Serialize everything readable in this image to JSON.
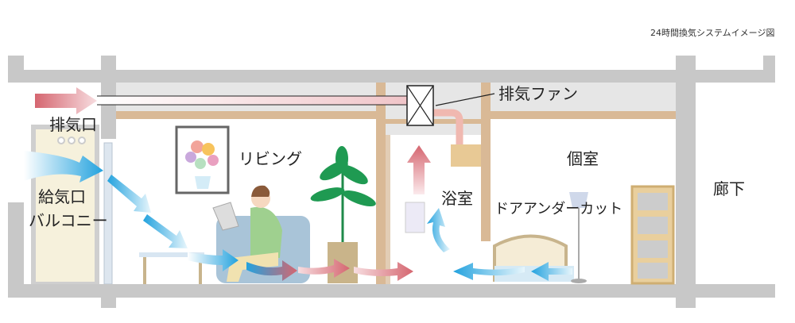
{
  "caption": "24時間換気システムイメージ図",
  "labels": {
    "exhaust_port": "排気口",
    "supply_port": "給気口",
    "balcony": "バルコニー",
    "living": "リビング",
    "exhaust_fan": "排気ファン",
    "bathroom": "浴室",
    "private_room": "個室",
    "door_undercut": "ドアアンダーカット",
    "corridor": "廊下"
  },
  "colors": {
    "structure": "#c8c8c8",
    "beam": "#d9b996",
    "supply_air": "#29a6e0",
    "exhaust_air": "#d9707a"
  }
}
